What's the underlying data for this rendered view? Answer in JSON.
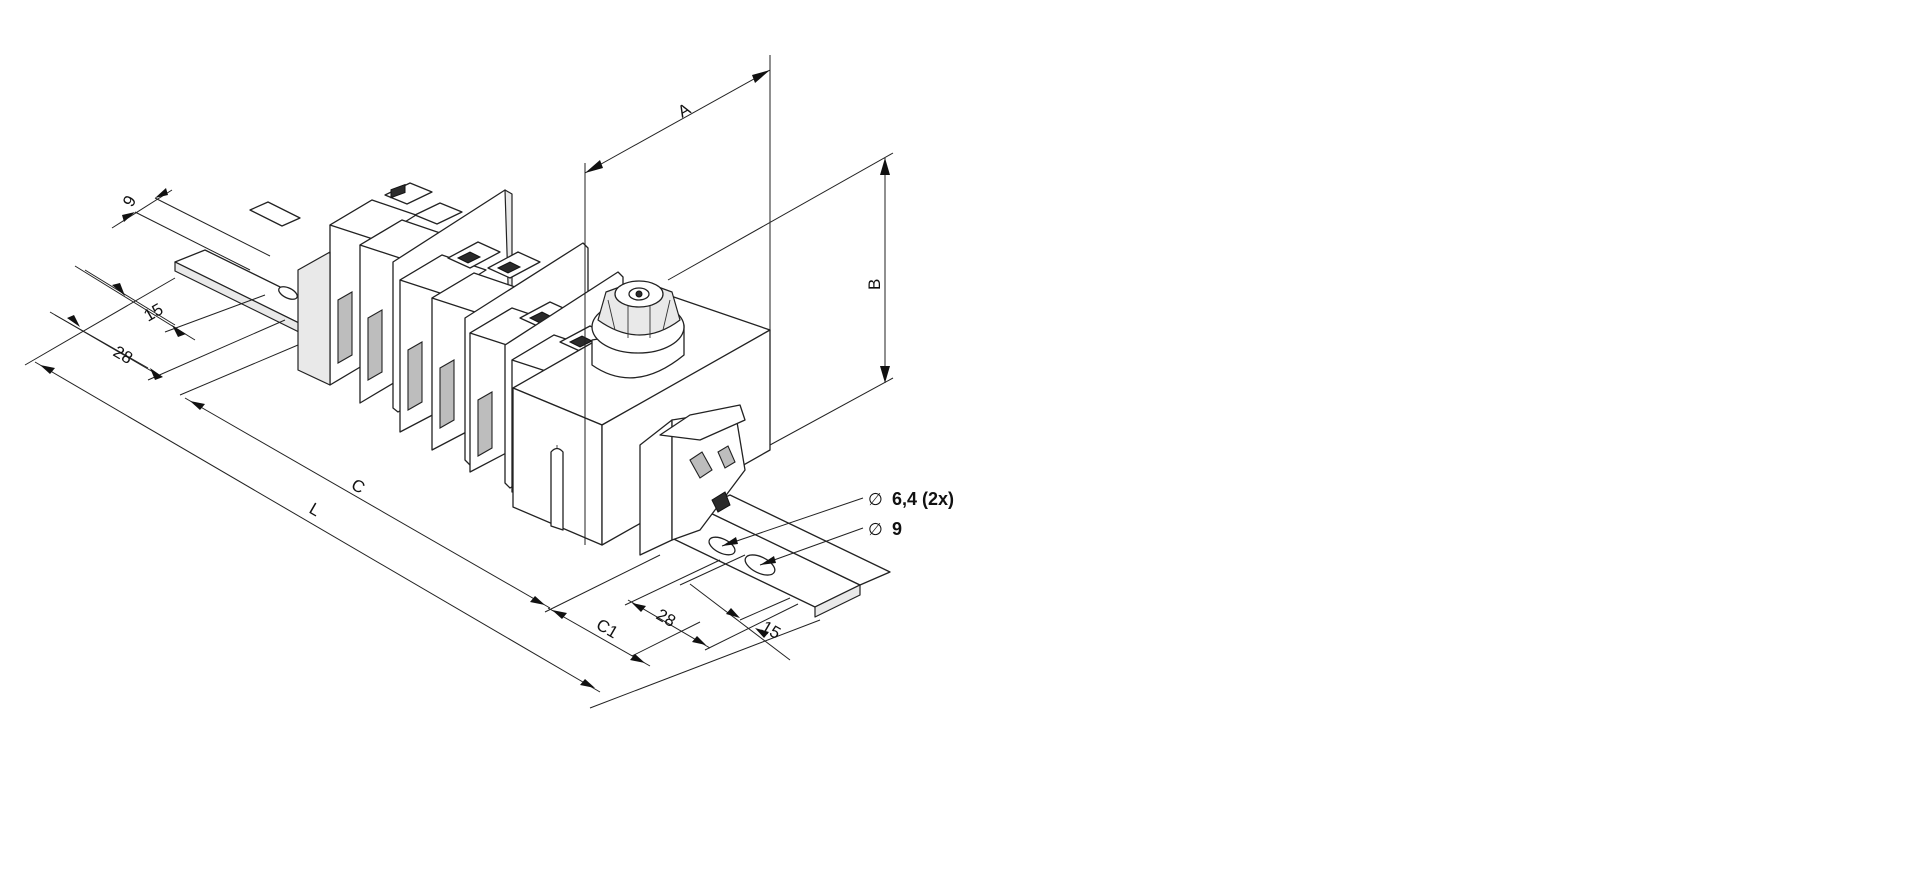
{
  "drawing": {
    "dimension_labels": {
      "a": "A",
      "b": "B",
      "c": "C",
      "c1": "C1",
      "l": "L",
      "d9_left": "9",
      "d15_left": "15",
      "d28_left": "28",
      "d28_right": "28",
      "d15_right": "15"
    },
    "callouts": {
      "hole_small": "6,4 (2x)",
      "hole_large": "9",
      "diameter_symbol": "∅"
    }
  }
}
